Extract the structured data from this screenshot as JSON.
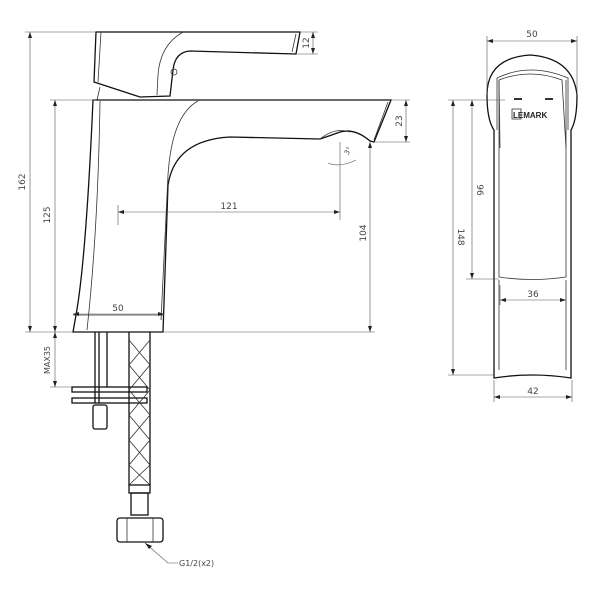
{
  "dimensions": {
    "total_height": "162",
    "body_height": "125",
    "handle_thickness": "12",
    "spout_thickness": "23",
    "spout_reach": "121",
    "spout_clearance": "104",
    "base_width": "50",
    "max_deck_thickness": "MAX35",
    "swivel_angle": "3°",
    "connection": "G1/2(x2)",
    "front_width": "50",
    "front_height": "148",
    "front_inner_height": "96",
    "front_inner_width": "36",
    "front_base_width": "42"
  },
  "brand_logo": "LEMARK"
}
